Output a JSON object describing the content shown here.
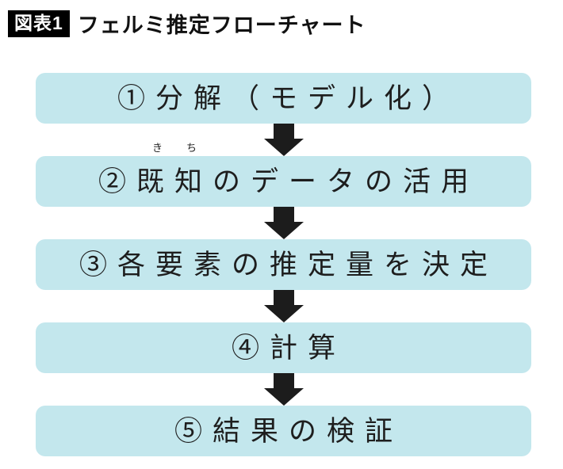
{
  "header": {
    "figure_label": "図表1",
    "title": "フェルミ推定フローチャート"
  },
  "colors": {
    "box_fill": "#c3e7ed",
    "arrow": "#1c1c1c",
    "badge_bg": "#000000",
    "badge_text": "#ffffff",
    "text_color": "#1e1e1e"
  },
  "flow": {
    "steps": [
      {
        "label": "①分解（モデル化）"
      },
      {
        "prefix": "②",
        "ruby_base": "既知",
        "ruby_text": "きち",
        "suffix": "のデータの活用"
      },
      {
        "label": "③各要素の推定量を決定"
      },
      {
        "label": "④計算"
      },
      {
        "label": "⑤結果の検証"
      }
    ]
  }
}
